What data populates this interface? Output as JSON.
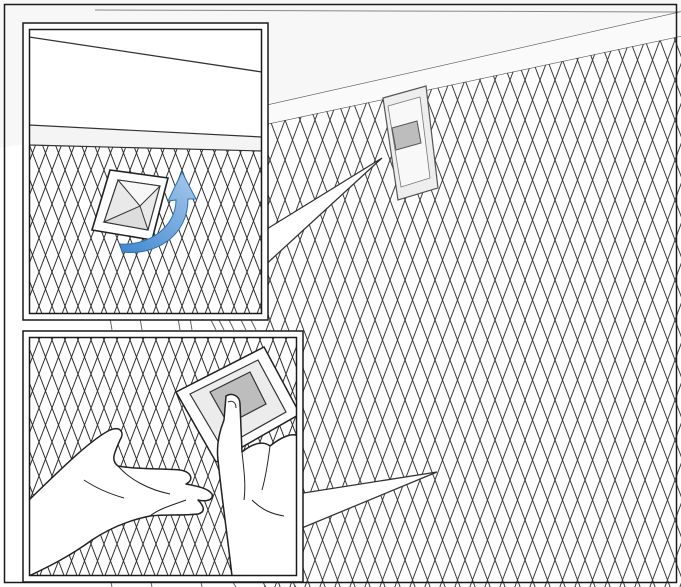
{
  "figure": {
    "kind": "installation-illustration",
    "main_view": "grease-filter-on-hood-underside",
    "inset_top": "filter-latch-release-arrow",
    "inset_bottom": "hand-pressing-latch-supporting-filter"
  },
  "colors": {
    "frame": "#1a1a1a",
    "mesh_line": "#3a3a3a",
    "panel_fill": "#f4f4f4",
    "latch_fill": "#e9e9e9",
    "latch_button": "#bdbdbd",
    "arrow_blue": "#5b9bd5",
    "arrow_blue_light": "#a9c9ec",
    "skin": "#ffffff"
  },
  "icons": {
    "release_arrow": "curved-arrow-up-icon",
    "latch": "filter-latch-icon"
  }
}
